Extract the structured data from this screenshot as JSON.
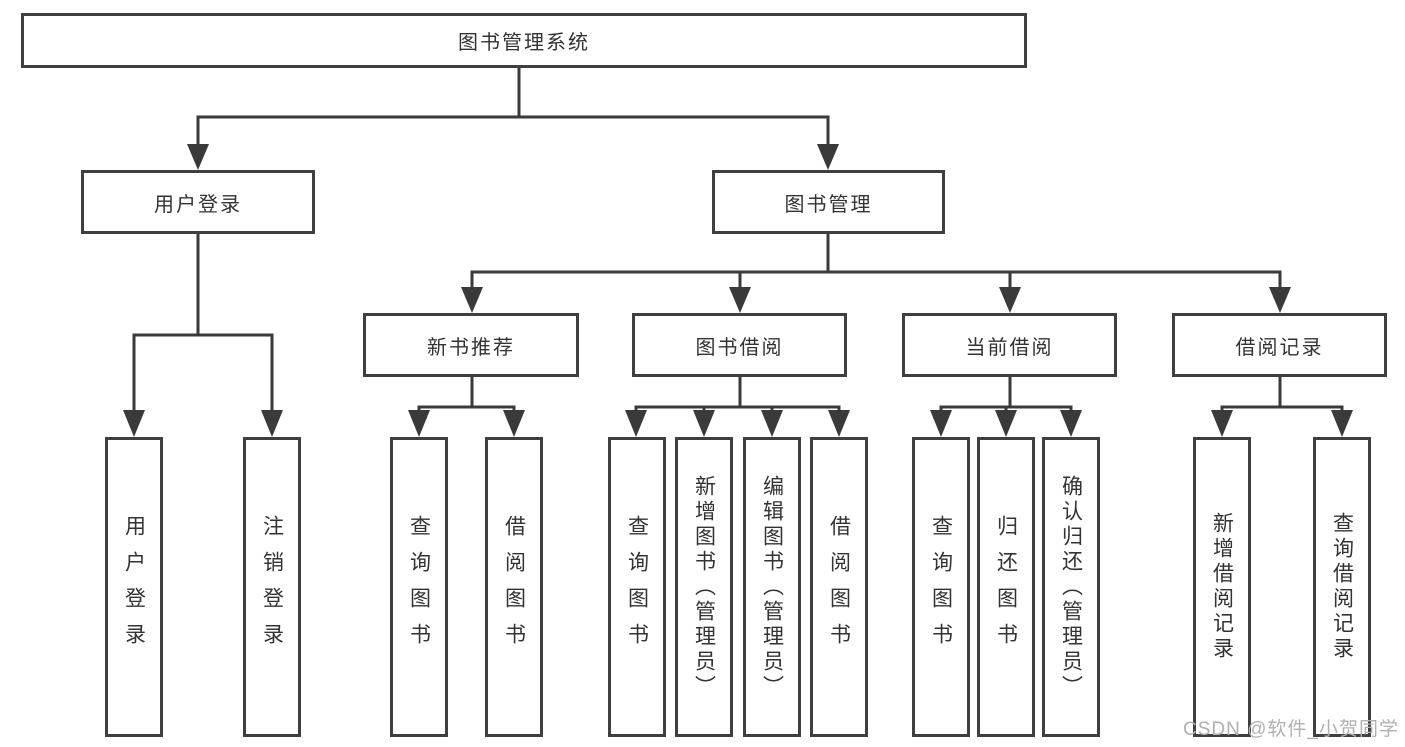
{
  "diagram": {
    "root": "图书管理系统",
    "branches": [
      {
        "label": "用户登录",
        "leaves": [
          "用户登录",
          "注销登录"
        ]
      },
      {
        "label": "图书管理",
        "children": [
          {
            "label": "新书推荐",
            "leaves": [
              "查询图书",
              "借阅图书"
            ]
          },
          {
            "label": "图书借阅",
            "leaves": [
              "查询图书",
              "新增图书（管理员）",
              "编辑图书（管理员）",
              "借阅图书"
            ]
          },
          {
            "label": "当前借阅",
            "leaves": [
              "查询图书",
              "归还图书",
              "确认归还（管理员）"
            ]
          },
          {
            "label": "借阅记录",
            "leaves": [
              "新增借阅记录",
              "查询借阅记录"
            ]
          }
        ]
      }
    ],
    "watermark": "CSDN @软件_小贺同学",
    "colors": {
      "line": "#3a3a3a",
      "box_border": "#3f3f3f",
      "text": "#333333",
      "watermark": "#b0b0b0",
      "background": "#ffffff"
    }
  }
}
